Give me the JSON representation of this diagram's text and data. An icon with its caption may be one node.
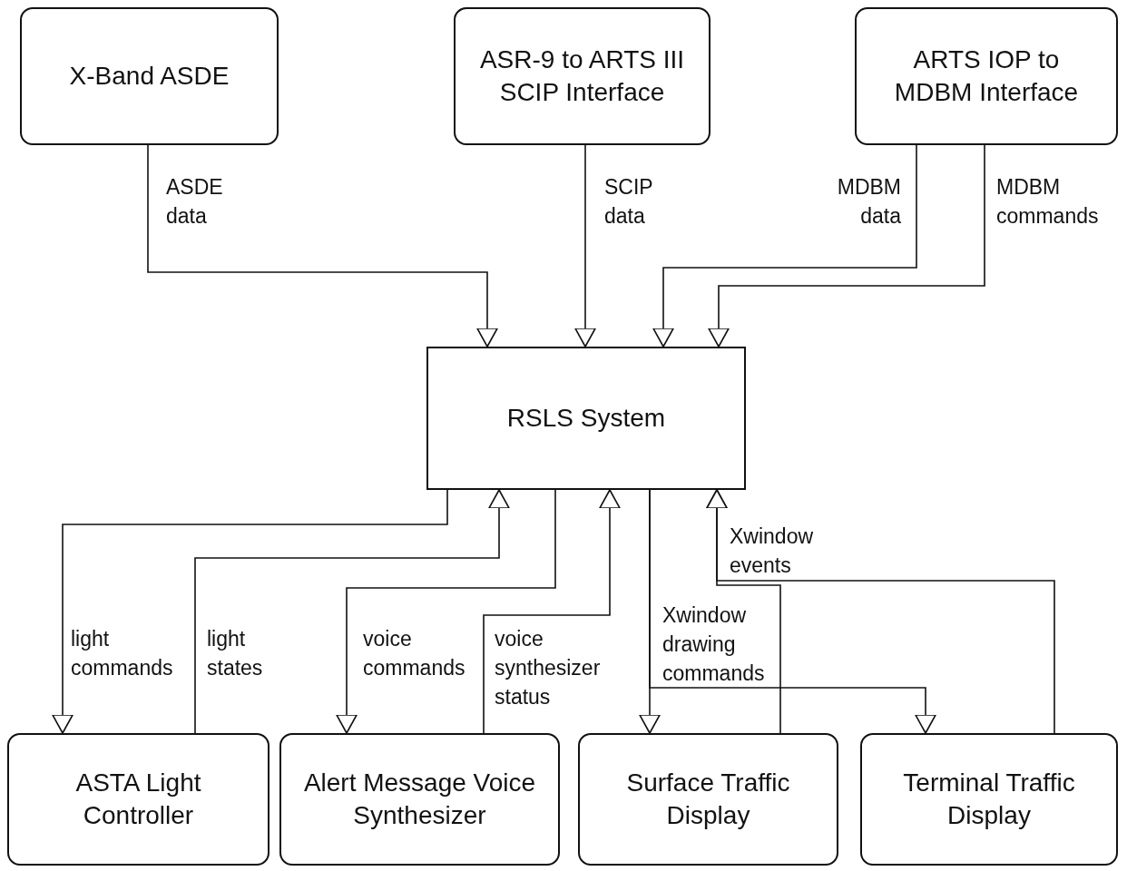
{
  "diagram": {
    "nodes": [
      {
        "text": [
          "X-Band ASDE"
        ]
      },
      {
        "text": [
          "ASR-9 to ARTS III SCIP Interface"
        ]
      },
      {
        "text": [
          "ARTS IOP to MDBM Interface"
        ]
      },
      {
        "text": [
          "RSLS System"
        ]
      },
      {
        "text": [
          "ASTA Light Controller"
        ]
      },
      {
        "text": [
          "Alert Message Voice Synthesizer"
        ]
      },
      {
        "text": [
          "Surface Traffic Display"
        ]
      },
      {
        "text": [
          "Terminal Traffic Display"
        ]
      }
    ],
    "edges": [
      {
        "from": 0,
        "to": 3,
        "arrow": "to",
        "label": "ASDE data"
      },
      {
        "from": 1,
        "to": 3,
        "arrow": "to",
        "label": "SCIP data"
      },
      {
        "from": 2,
        "to": 3,
        "arrow": "to",
        "label": "MDBM data"
      },
      {
        "from": 2,
        "to": 3,
        "arrow": "to",
        "label": "MDBM commands"
      },
      {
        "from": 3,
        "to": 4,
        "arrow": "to",
        "label": "light commands"
      },
      {
        "from": 4,
        "to": 3,
        "arrow": "to",
        "label": "light states"
      },
      {
        "from": 3,
        "to": 5,
        "arrow": "to",
        "label": "voice commands"
      },
      {
        "from": 5,
        "to": 3,
        "arrow": "to",
        "label": "voice synthesizer status"
      },
      {
        "from": 3,
        "to": 6,
        "arrow": "to",
        "label": "Xwindow drawing commands"
      },
      {
        "from": 3,
        "to": 7,
        "arrow": "to"
      },
      {
        "from": 6,
        "to": 3,
        "arrow": "to",
        "label": "Xwindow events"
      },
      {
        "from": 7,
        "to": 3,
        "arrow": "to"
      }
    ]
  }
}
